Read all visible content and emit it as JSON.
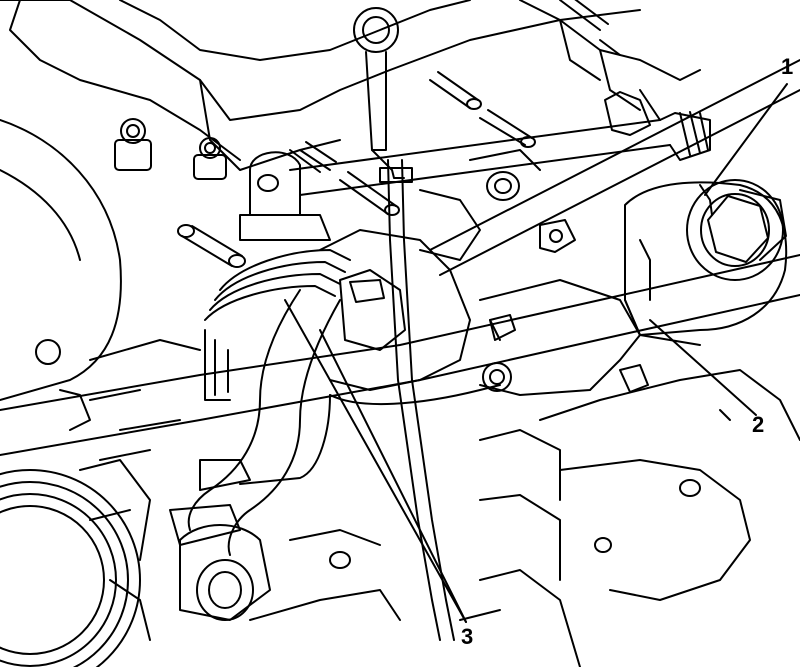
{
  "diagram": {
    "callouts": [
      {
        "label": "1"
      },
      {
        "label": "2"
      },
      {
        "label": "3"
      }
    ],
    "colors": {
      "line": "#000000",
      "background": "#ffffff"
    }
  }
}
